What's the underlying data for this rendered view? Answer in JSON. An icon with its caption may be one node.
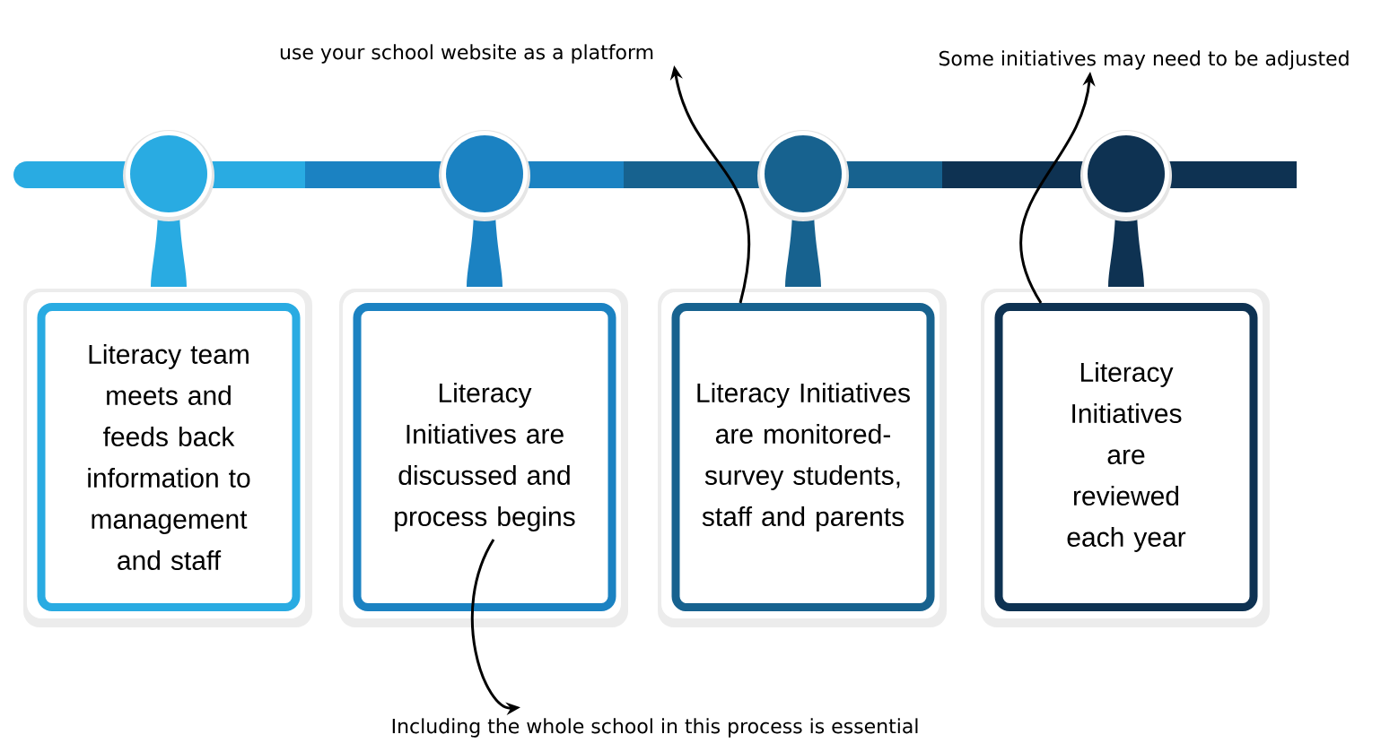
{
  "diagram": {
    "nodes": [
      {
        "text": [
          "Literacy team meets and feeds back information to management and staff"
        ]
      },
      {
        "text": [
          "Literacy Initiatives are discussed and process begins"
        ]
      },
      {
        "text": [
          "Literacy Initiatives are monitored- survey students, staff and parents"
        ]
      },
      {
        "text": [
          "Literacy Initiatives are reviewed each year"
        ]
      },
      {
        "text": [
          "use your school website as a platform"
        ]
      },
      {
        "text": [
          "Some initiatives may need to be adjusted"
        ]
      },
      {
        "text": [
          "Including the whole school in this process is essential"
        ]
      }
    ],
    "edges": [
      {
        "from": 2,
        "to": 4,
        "arrow": "to"
      },
      {
        "from": 3,
        "to": 5,
        "arrow": "to"
      },
      {
        "from": 1,
        "to": 6,
        "arrow": "to"
      }
    ]
  }
}
